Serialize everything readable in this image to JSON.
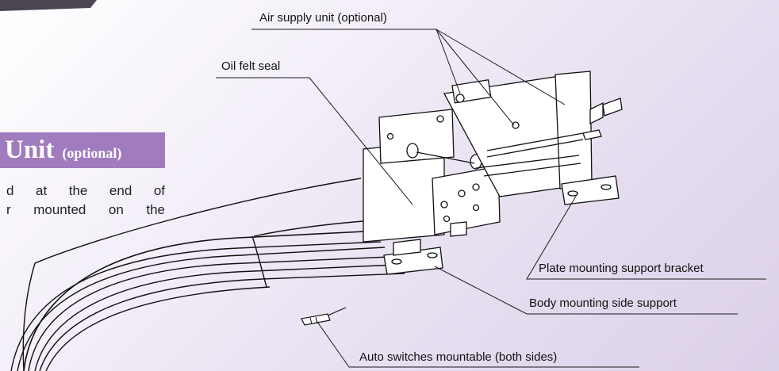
{
  "section": {
    "title_main": "Unit",
    "title_sub": "(optional)",
    "desc_lines": [
      "d at the end of",
      "r mounted on the"
    ]
  },
  "callouts": {
    "air_supply": "Air supply unit (optional)",
    "oil_felt": "Oil felt seal",
    "plate_bracket": "Plate mounting support bracket",
    "body_support": "Body mounting side support",
    "auto_switches": "Auto switches mountable (both sides)"
  },
  "colors": {
    "heading_bar": "#a07bbd",
    "heading_text": "#ffffff",
    "line": "#1a1a1a",
    "background": "#ede6f4"
  }
}
